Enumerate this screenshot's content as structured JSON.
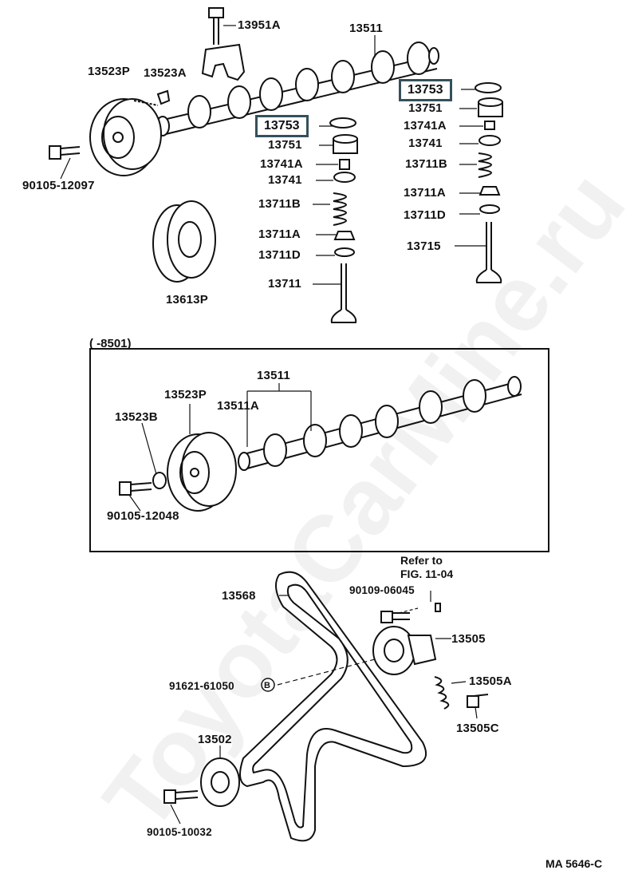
{
  "labels": {
    "p13951A": "13951A",
    "p13511_top": "13511",
    "p13523P_top": "13523P",
    "p13523A": "13523A",
    "p90105_12097": "90105-12097",
    "p13613P": "13613P",
    "p13753_left": "13753",
    "p13751_left": "13751",
    "p13741A_left": "13741A",
    "p13741_left": "13741",
    "p13711B_left": "13711B",
    "p13711A_left": "13711A",
    "p13711D_left": "13711D",
    "p13711": "13711",
    "p13753_right": "13753",
    "p13751_right": "13751",
    "p13741A_right": "13741A",
    "p13741_right": "13741",
    "p13711B_right": "13711B",
    "p13711A_right": "13711A",
    "p13711D_right": "13711D",
    "p13715": "13715",
    "frame_title": "(      -8501)",
    "p13511_frame": "13511",
    "p13523P_frame": "13523P",
    "p13523B": "13523B",
    "p13511A": "13511A",
    "p90105_12048": "90105-12048",
    "refer_line1": "Refer to",
    "refer_line2": "FIG. 11-04",
    "p90109_06045": "90109-06045",
    "p13568": "13568",
    "p13505": "13505",
    "p91621_61050": "91621-61050",
    "circle_b": "B",
    "p13505A": "13505A",
    "p13505C": "13505C",
    "p13502": "13502",
    "p90105_10032": "90105-10032",
    "doc_id": "MA 5646-C"
  },
  "watermark": "ToyotaCarMine.ru",
  "colors": {
    "ink": "#111111",
    "highlight_box": "#35505c",
    "watermark": "#000000"
  }
}
